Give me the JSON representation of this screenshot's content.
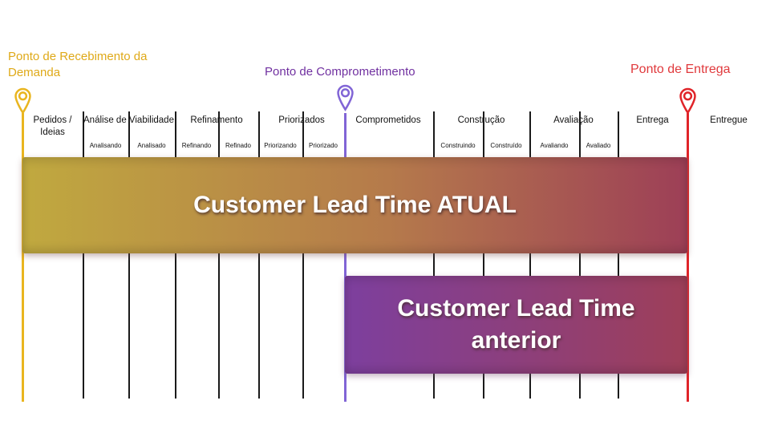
{
  "markers": {
    "recebimento": {
      "label": "Ponto de Recebimento da Demanda",
      "color": "#DFA918"
    },
    "comprometimento": {
      "label": "Ponto de Comprometimento",
      "color": "#7030A0"
    },
    "entrega": {
      "label": "Ponto de Entrega",
      "color": "#E0393C"
    }
  },
  "columns": [
    {
      "label": "Pedidos / Ideias"
    },
    {
      "label": "Análise de Viabilidade"
    },
    {
      "label": "Refinamento"
    },
    {
      "label": "Priorizados"
    },
    {
      "label": "Comprometidos"
    },
    {
      "label": "Construção"
    },
    {
      "label": "Avaliação"
    },
    {
      "label": "Entrega"
    },
    {
      "label": "Entregue"
    }
  ],
  "sub_states": [
    "Analisando",
    "Analisado",
    "Refinando",
    "Refinado",
    "Priorizando",
    "Priorizado",
    "Construindo",
    "Construído",
    "Avaliando",
    "Avaliado"
  ],
  "bars": {
    "atual": {
      "label": "Customer Lead Time ATUAL",
      "gradient_from": "#C0A93F",
      "gradient_to": "#9D3F57"
    },
    "anterior": {
      "label": "Customer Lead Time anterior",
      "gradient_from": "#7D3F9E",
      "gradient_to": "#9E3F58"
    }
  }
}
